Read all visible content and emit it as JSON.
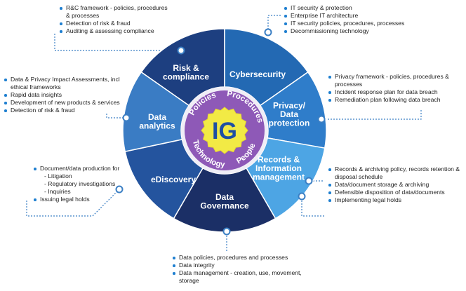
{
  "center": {
    "label": "IG"
  },
  "ring_words": [
    "Policies",
    "Procedures",
    "People",
    "Technology"
  ],
  "segments": [
    {
      "id": "risk",
      "lines": [
        "Risk &",
        "compliance"
      ],
      "color": "#1d3f80"
    },
    {
      "id": "cyber",
      "lines": [
        "Cybersecurity"
      ],
      "color": "#2369b3"
    },
    {
      "id": "privacy",
      "lines": [
        "Privacy/",
        "Data",
        "protection"
      ],
      "color": "#2f7dca"
    },
    {
      "id": "records",
      "lines": [
        "Records &",
        "Information",
        "management"
      ],
      "color": "#4da5e4"
    },
    {
      "id": "governance",
      "lines": [
        "Data",
        "Governance"
      ],
      "color": "#1b2f66"
    },
    {
      "id": "ediscovery",
      "lines": [
        "eDiscovery"
      ],
      "color": "#24549e"
    },
    {
      "id": "analytics",
      "lines": [
        "Data",
        "analytics"
      ],
      "color": "#3a7cc4"
    }
  ],
  "callouts": {
    "risk": [
      "R&C framework - policies, procedures & processes",
      "Detection of risk & fraud",
      "Auditing & assessing compliance"
    ],
    "cyber": [
      "IT security & protection",
      "Enterprise IT architecture",
      "IT security policies, procedures, processes",
      "Decommissioning technology"
    ],
    "privacy": [
      "Privacy framework - policies, procedures & processes",
      "Incident response plan for data breach",
      "Remediation plan following data breach"
    ],
    "analytics": [
      "Data & Privacy Impact Assessments, incl ethical frameworks",
      "Rapid data insights",
      "Development of new products & services",
      "Detection of risk & fraud"
    ],
    "ediscovery": {
      "main": "Document/data production for",
      "subs": [
        "- Litigation",
        "- Regulatory investigations",
        "- Inquiries"
      ],
      "last": "Issuing legal holds"
    },
    "records": [
      "Records & archiving policy, records retention & disposal schedule",
      "Data/document storage & archiving",
      "Defensible disposition of data/documents",
      "Implementing legal holds"
    ],
    "governance": [
      "Data policies, procedures and processes",
      "Data integrity",
      "Data management - creation, use, movement, storage"
    ]
  },
  "colors": {
    "accent": "#1e7fd0",
    "connector": "#3b7fc4",
    "center_fill": "#f2ea45",
    "center_ring": "#8e59b7",
    "hub": "#e9e4f0"
  }
}
